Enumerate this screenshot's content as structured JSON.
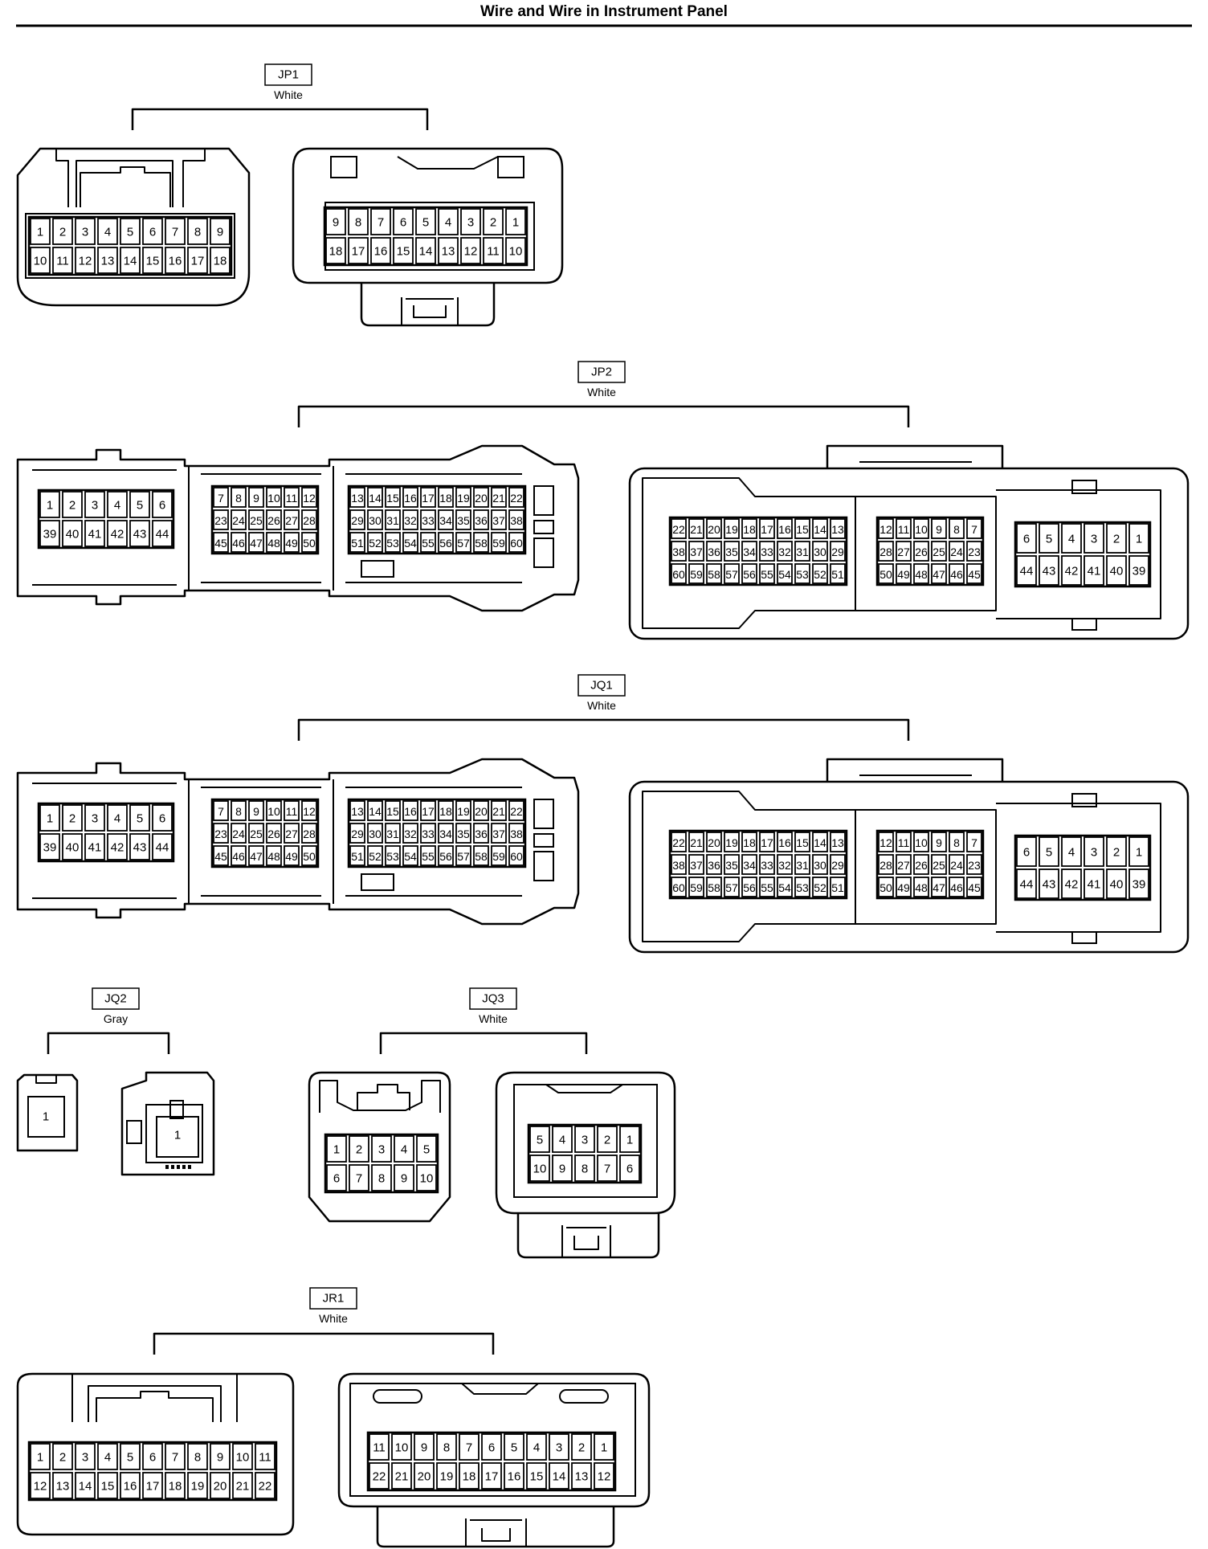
{
  "page": {
    "title": "Wire and Wire in Instrument Panel"
  },
  "connectors": [
    {
      "id": "JP1",
      "color": "White",
      "left_rows": [
        [
          "1",
          "2",
          "3",
          "4",
          "5",
          "6",
          "7",
          "8",
          "9"
        ],
        [
          "10",
          "11",
          "12",
          "13",
          "14",
          "15",
          "16",
          "17",
          "18"
        ]
      ],
      "right_rows": [
        [
          "9",
          "8",
          "7",
          "6",
          "5",
          "4",
          "3",
          "2",
          "1"
        ],
        [
          "18",
          "17",
          "16",
          "15",
          "14",
          "13",
          "12",
          "11",
          "10"
        ]
      ]
    },
    {
      "id": "JP2",
      "color": "White",
      "left_blocks": [
        [
          [
            "1",
            "2",
            "3",
            "4",
            "5",
            "6"
          ],
          [
            "39",
            "40",
            "41",
            "42",
            "43",
            "44"
          ]
        ],
        [
          [
            "7",
            "8",
            "9",
            "10",
            "11",
            "12"
          ],
          [
            "23",
            "24",
            "25",
            "26",
            "27",
            "28"
          ],
          [
            "45",
            "46",
            "47",
            "48",
            "49",
            "50"
          ]
        ],
        [
          [
            "13",
            "14",
            "15",
            "16",
            "17",
            "18",
            "19",
            "20",
            "21",
            "22"
          ],
          [
            "29",
            "30",
            "31",
            "32",
            "33",
            "34",
            "35",
            "36",
            "37",
            "38"
          ],
          [
            "51",
            "52",
            "53",
            "54",
            "55",
            "56",
            "57",
            "58",
            "59",
            "60"
          ]
        ]
      ],
      "right_blocks": [
        [
          [
            "22",
            "21",
            "20",
            "19",
            "18",
            "17",
            "16",
            "15",
            "14",
            "13"
          ],
          [
            "38",
            "37",
            "36",
            "35",
            "34",
            "33",
            "32",
            "31",
            "30",
            "29"
          ],
          [
            "60",
            "59",
            "58",
            "57",
            "56",
            "55",
            "54",
            "53",
            "52",
            "51"
          ]
        ],
        [
          [
            "12",
            "11",
            "10",
            "9",
            "8",
            "7"
          ],
          [
            "28",
            "27",
            "26",
            "25",
            "24",
            "23"
          ],
          [
            "50",
            "49",
            "48",
            "47",
            "46",
            "45"
          ]
        ],
        [
          [
            "6",
            "5",
            "4",
            "3",
            "2",
            "1"
          ],
          [
            "44",
            "43",
            "42",
            "41",
            "40",
            "39"
          ]
        ]
      ]
    },
    {
      "id": "JQ1",
      "color": "White",
      "left_blocks": [
        [
          [
            "1",
            "2",
            "3",
            "4",
            "5",
            "6"
          ],
          [
            "39",
            "40",
            "41",
            "42",
            "43",
            "44"
          ]
        ],
        [
          [
            "7",
            "8",
            "9",
            "10",
            "11",
            "12"
          ],
          [
            "23",
            "24",
            "25",
            "26",
            "27",
            "28"
          ],
          [
            "45",
            "46",
            "47",
            "48",
            "49",
            "50"
          ]
        ],
        [
          [
            "13",
            "14",
            "15",
            "16",
            "17",
            "18",
            "19",
            "20",
            "21",
            "22"
          ],
          [
            "29",
            "30",
            "31",
            "32",
            "33",
            "34",
            "35",
            "36",
            "37",
            "38"
          ],
          [
            "51",
            "52",
            "53",
            "54",
            "55",
            "56",
            "57",
            "58",
            "59",
            "60"
          ]
        ]
      ],
      "right_blocks": [
        [
          [
            "22",
            "21",
            "20",
            "19",
            "18",
            "17",
            "16",
            "15",
            "14",
            "13"
          ],
          [
            "38",
            "37",
            "36",
            "35",
            "34",
            "33",
            "32",
            "31",
            "30",
            "29"
          ],
          [
            "60",
            "59",
            "58",
            "57",
            "56",
            "55",
            "54",
            "53",
            "52",
            "51"
          ]
        ],
        [
          [
            "12",
            "11",
            "10",
            "9",
            "8",
            "7"
          ],
          [
            "28",
            "27",
            "26",
            "25",
            "24",
            "23"
          ],
          [
            "50",
            "49",
            "48",
            "47",
            "46",
            "45"
          ]
        ],
        [
          [
            "6",
            "5",
            "4",
            "3",
            "2",
            "1"
          ],
          [
            "44",
            "43",
            "42",
            "41",
            "40",
            "39"
          ]
        ]
      ]
    },
    {
      "id": "JQ2",
      "color": "Gray",
      "left_rows": [
        [
          "1"
        ]
      ],
      "right_rows": [
        [
          "1"
        ]
      ]
    },
    {
      "id": "JQ3",
      "color": "White",
      "left_rows": [
        [
          "1",
          "2",
          "3",
          "4",
          "5"
        ],
        [
          "6",
          "7",
          "8",
          "9",
          "10"
        ]
      ],
      "right_rows": [
        [
          "5",
          "4",
          "3",
          "2",
          "1"
        ],
        [
          "10",
          "9",
          "8",
          "7",
          "6"
        ]
      ]
    },
    {
      "id": "JR1",
      "color": "White",
      "left_rows": [
        [
          "1",
          "2",
          "3",
          "4",
          "5",
          "6",
          "7",
          "8",
          "9",
          "10",
          "11"
        ],
        [
          "12",
          "13",
          "14",
          "15",
          "16",
          "17",
          "18",
          "19",
          "20",
          "21",
          "22"
        ]
      ],
      "right_rows": [
        [
          "11",
          "10",
          "9",
          "8",
          "7",
          "6",
          "5",
          "4",
          "3",
          "2",
          "1"
        ],
        [
          "22",
          "21",
          "20",
          "19",
          "18",
          "17",
          "16",
          "15",
          "14",
          "13",
          "12"
        ]
      ]
    }
  ]
}
